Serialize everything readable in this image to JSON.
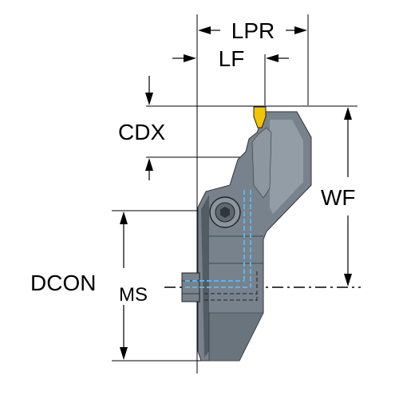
{
  "labels": {
    "lpr": "LPR",
    "lf": "LF",
    "cdx": "CDX",
    "wf": "WF",
    "dcon": "DCON",
    "dcon_sub": "MS"
  },
  "colors": {
    "body": "#77828c",
    "body_light": "#9aa4ad",
    "body_dark": "#525c65",
    "insert": "#f2c400",
    "coolant": "#5fb3e6",
    "dim_line": "#000000",
    "background": "#ffffff"
  },
  "icons": {
    "screw": "hex-socket-screw-icon"
  }
}
